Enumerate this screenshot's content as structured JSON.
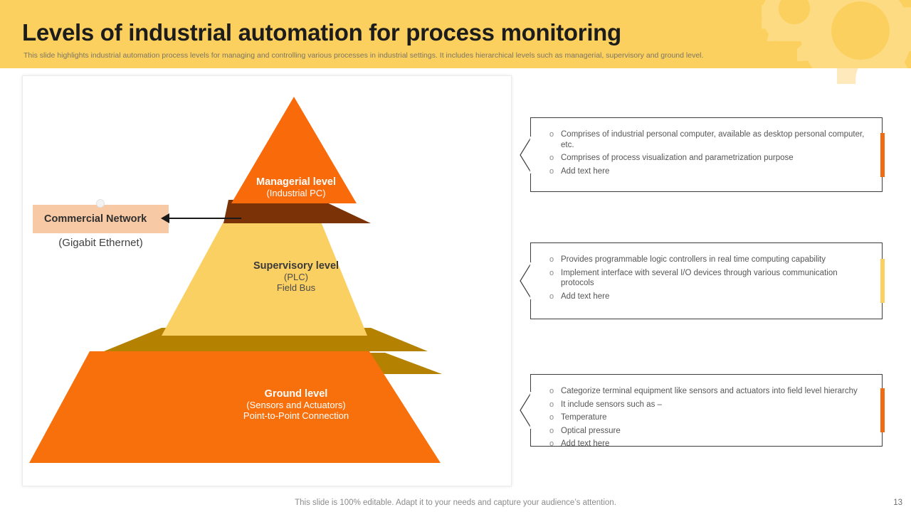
{
  "header": {
    "title": "Levels of industrial automation for process monitoring",
    "subtitle": "This slide highlights industrial automation process levels for managing and controlling various processes in industrial settings. It includes hierarchical levels such as managerial, supervisory and ground level.",
    "band_color": "#fbd05f",
    "gear_color": "#fddb82"
  },
  "pyramid": {
    "levels": [
      {
        "id": "managerial",
        "title": "Managerial level",
        "sub1": "(Industrial PC)",
        "sub2": "",
        "face_color": "#f96a0b",
        "base_color": "#7a3206"
      },
      {
        "id": "supervisory",
        "title": "Supervisory level",
        "sub1": "(PLC)",
        "sub2": "Field Bus",
        "face_color": "#fbd063",
        "base_color": "#b58100"
      },
      {
        "id": "ground",
        "title": "Ground level",
        "sub1": "(Sensors and Actuators)",
        "sub2": "Point-to-Point Connection",
        "face_color": "#f8700c",
        "base_color": "#f8700c"
      }
    ]
  },
  "callout": {
    "label": "Commercial Network",
    "sublabel": "(Gigabit Ethernet)",
    "box_color": "#f7c9a4"
  },
  "info_boxes": [
    {
      "id": "managerial-details",
      "accent_color": "#ef6c14",
      "items": [
        "Comprises of industrial personal computer, available as desktop personal computer, etc.",
        "Comprises of process visualization and parametrization purpose",
        "Add text here"
      ]
    },
    {
      "id": "supervisory-details",
      "accent_color": "#fbd063",
      "items": [
        "Provides programmable logic controllers in real time computing capability",
        "Implement interface with several I/O devices through various communication protocols",
        "Add text here"
      ]
    },
    {
      "id": "ground-details",
      "accent_color": "#ef6c14",
      "items": [
        "Categorize terminal equipment like sensors and actuators into field level hierarchy",
        "It include sensors such as –",
        "Temperature",
        "Optical pressure",
        "Add text here"
      ]
    }
  ],
  "bullet_glyph": "o",
  "footer": {
    "note": "This slide is 100% editable. Adapt it to your needs and capture your audience’s attention.",
    "page_number": "13"
  }
}
